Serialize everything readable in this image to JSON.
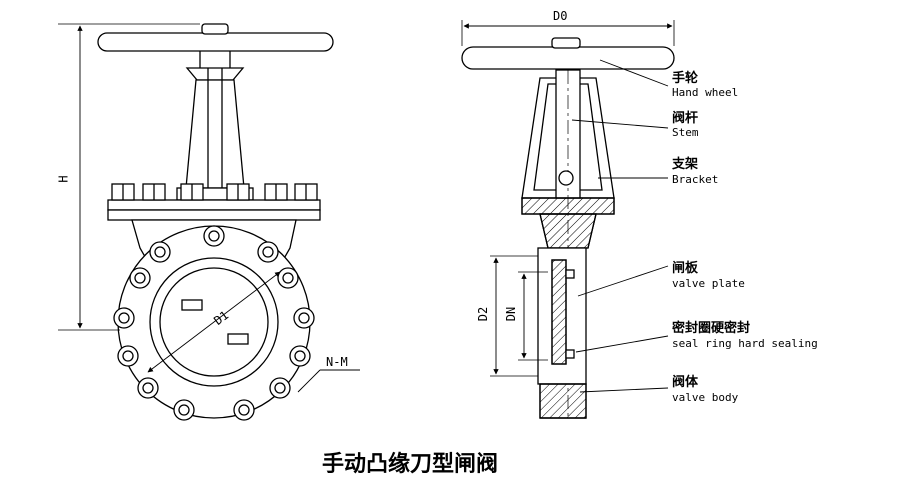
{
  "caption": "手动凸缘刀型闸阀",
  "dimensions": {
    "overall_height": "H",
    "handwheel_diameter": "D0",
    "bolt_circle": "D1",
    "bolt_spec": "N-M",
    "flange_diameter": "D2",
    "nominal_diameter": "DN"
  },
  "parts": [
    {
      "cn": "手轮",
      "en": "Hand wheel"
    },
    {
      "cn": "阀杆",
      "en": "Stem"
    },
    {
      "cn": "支架",
      "en": "Bracket"
    },
    {
      "cn": "闸板",
      "en": "valve plate"
    },
    {
      "cn": "密封圈硬密封",
      "en": "seal ring hard sealing"
    },
    {
      "cn": "阀体",
      "en": "valve body"
    }
  ]
}
